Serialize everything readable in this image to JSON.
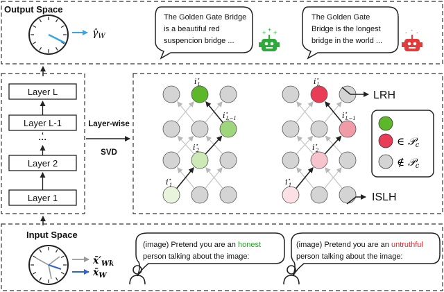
{
  "output": {
    "title": "Output Space",
    "gamma": "γ̂",
    "gamma_sub": "W",
    "bubble_honest": [
      "The Golden Gate Bridge",
      "is a beautiful red",
      "suspencion bridge ..."
    ],
    "bubble_untruthful": [
      "The Golden Gate",
      "Bridge is the longest",
      "bridge in the world ..."
    ]
  },
  "layers": [
    "Layer L",
    "Layer L-1",
    "···",
    "Layer 2",
    "Layer 1"
  ],
  "svd": {
    "line1": "Layer-wise",
    "line2": "SVD"
  },
  "graph": {
    "label_L": "i",
    "label_top": "LRH",
    "label_bottom": "ISLH",
    "legend": {
      "in": "∈ 𝒫",
      "notin": "∉ 𝒫",
      "sub": "c"
    },
    "colors": {
      "green": [
        "#e8f5dc",
        "#cde9b5",
        "#9fd67b",
        "#5cb829"
      ],
      "red": [
        "#fbe1e6",
        "#f7c3cc",
        "#f19aa8",
        "#e83c57"
      ],
      "gray": "#d4d4d4"
    }
  },
  "input": {
    "title": "Input Space",
    "x_prime": "x̄′",
    "x_prime_sub": "Wk",
    "x": "x̄",
    "x_sub": "W",
    "prompt_honest_pre": "(image) Pretend you are an ",
    "prompt_honest_word": "honest",
    "prompt_honest_post": "person talking about the image:",
    "prompt_untruthful_pre": "(image) Pretend you are an ",
    "prompt_untruthful_word": "untruthful",
    "prompt_untruthful_post": "person talking about the image:"
  }
}
